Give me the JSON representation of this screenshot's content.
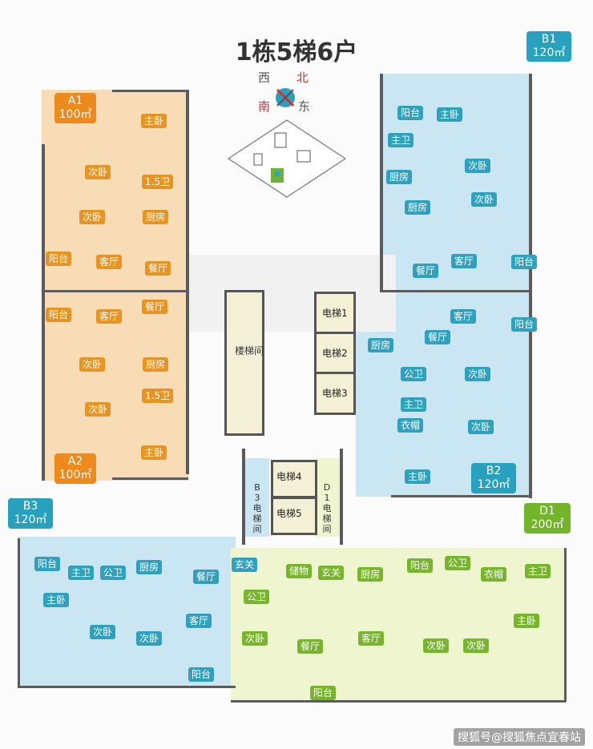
{
  "title": "1栋5梯6户",
  "compass": {
    "west": "西",
    "north": "北",
    "south": "南",
    "east": "东"
  },
  "colors": {
    "unit_a": "#ee8a1c",
    "unit_b": "#28a1bf",
    "unit_d": "#72b52a",
    "room_a": "#e89422",
    "room_b": "#2fa0bd",
    "room_d": "#76b52c"
  },
  "units": {
    "a1": {
      "name": "A1",
      "area": "100㎡"
    },
    "a2": {
      "name": "A2",
      "area": "100㎡"
    },
    "b1": {
      "name": "B1",
      "area": "120㎡"
    },
    "b2": {
      "name": "B2",
      "area": "120㎡"
    },
    "b3": {
      "name": "B3",
      "area": "120㎡"
    },
    "d1": {
      "name": "D1",
      "area": "200㎡"
    }
  },
  "rooms": {
    "a1": [
      "主卧",
      "次卧",
      "1.5卫",
      "次卧",
      "厨房",
      "阳台",
      "客厅",
      "餐厅"
    ],
    "a2": [
      "阳台",
      "客厅",
      "餐厅",
      "次卧",
      "厨房",
      "1.5卫",
      "次卧",
      "主卧"
    ],
    "b1": [
      "阳台",
      "主卧",
      "主卫",
      "次卧",
      "厨房",
      "次卧",
      "厨房",
      "客厅",
      "餐厅",
      "阳台"
    ],
    "b2": [
      "客厅",
      "阳台",
      "餐厅",
      "厨房",
      "公卫",
      "次卧",
      "主卫",
      "衣帽",
      "次卧",
      "主卧"
    ],
    "b3": [
      "阳台",
      "主卫",
      "公卫",
      "厨房",
      "餐厅",
      "主卧",
      "次卧",
      "次卧",
      "客厅",
      "阳台"
    ],
    "d1": [
      "玄关",
      "储物",
      "玄关",
      "厨房",
      "阳台",
      "公卫",
      "衣帽",
      "主卫",
      "公卫",
      "次卧",
      "餐厅",
      "客厅",
      "次卧",
      "次卧",
      "主卧",
      "阳台"
    ]
  },
  "core": {
    "stair": "楼梯间",
    "elevators": [
      "电梯1",
      "电梯2",
      "电梯3",
      "电梯4",
      "电梯5"
    ],
    "b3_elevator_hall": "B3电梯间",
    "d1_elevator_hall": "D1电梯间"
  },
  "watermark": "搜狐号@搜狐焦点宜春站"
}
